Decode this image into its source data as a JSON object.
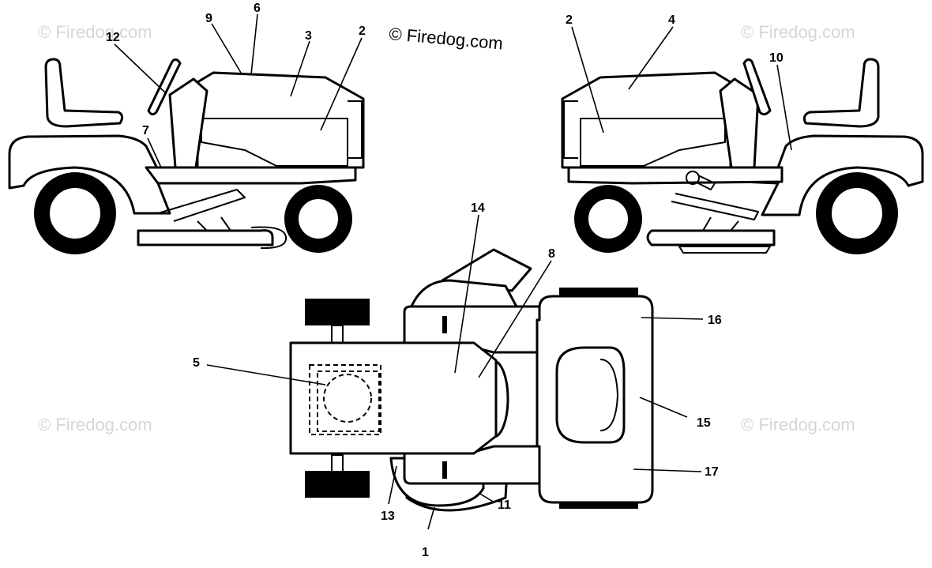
{
  "watermarks": {
    "main": "© Firedog.com",
    "faint": "© Firedog.com"
  },
  "callouts": {
    "left_12": "12",
    "left_9": "9",
    "left_6": "6",
    "left_3": "3",
    "left_2": "2",
    "left_7": "7",
    "right_2": "2",
    "right_4": "4",
    "right_10": "10",
    "top_14": "14",
    "top_8": "8",
    "top_5": "5",
    "top_16": "16",
    "top_15": "15",
    "top_17": "17",
    "top_13": "13",
    "top_11": "11",
    "top_1": "1"
  }
}
